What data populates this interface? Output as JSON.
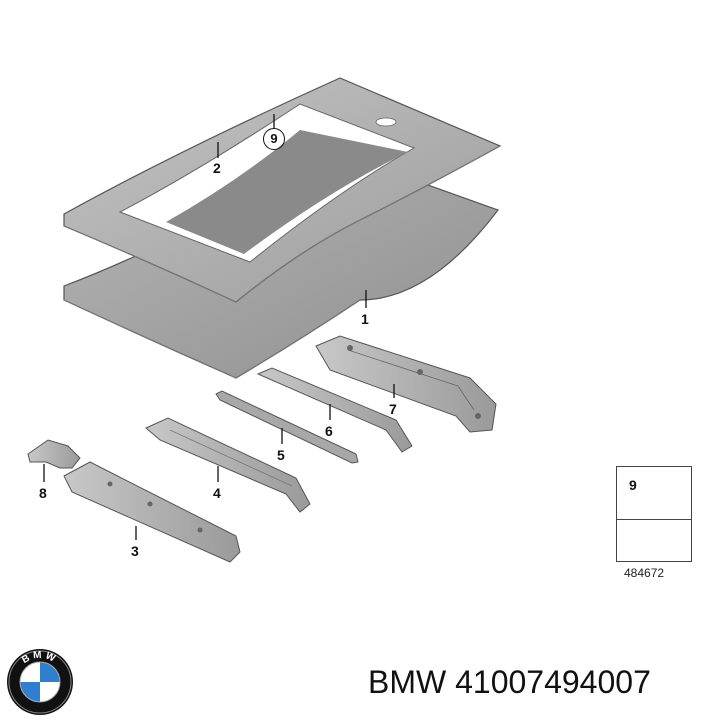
{
  "diagram": {
    "callouts": [
      "1",
      "2",
      "3",
      "4",
      "5",
      "6",
      "7",
      "8"
    ],
    "circled_callout": "9",
    "legend": {
      "callout": "9",
      "icon_bolt": "bolt-icon",
      "icon_arrow": "arrow-icon"
    },
    "diagram_number": "484672"
  },
  "caption": {
    "brand": "BMW",
    "part_number": "41007494007",
    "full": "BMW 41007494007"
  },
  "logo": {
    "letters": "BMW",
    "colors": {
      "blue": "#2f7fd0",
      "white": "#ffffff",
      "ring": "#111111"
    }
  }
}
